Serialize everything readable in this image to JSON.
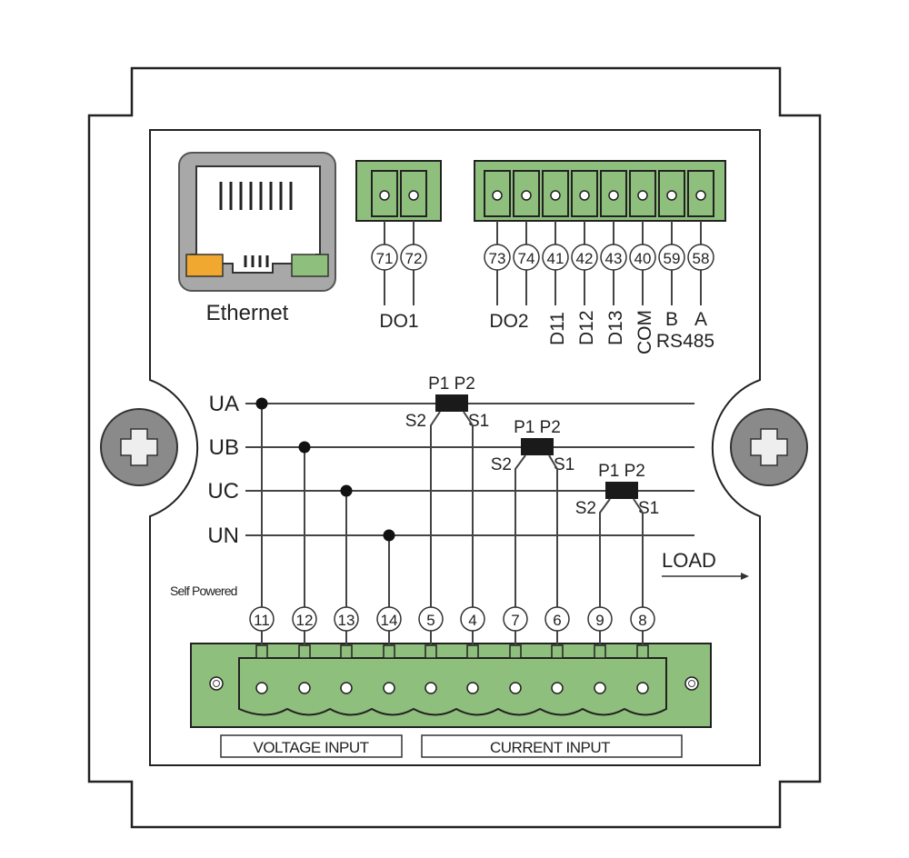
{
  "ethernet": {
    "label": "Ethernet",
    "led_left_color": "#f0a830",
    "led_right_color": "#8fbf7d"
  },
  "do1_block": {
    "terminals": [
      "71",
      "72"
    ],
    "label": "DO1"
  },
  "io_block": {
    "terminals": [
      "73",
      "74",
      "41",
      "42",
      "43",
      "40",
      "59",
      "58"
    ],
    "labels": {
      "do2": "DO2",
      "d11": "D11",
      "d12": "D12",
      "d13": "D13",
      "com": "COM",
      "b": "B",
      "a": "A",
      "rs485": "RS485"
    }
  },
  "phases": [
    "UA",
    "UB",
    "UC",
    "UN"
  ],
  "ct": {
    "p1p2": "P1 P2",
    "s1": "S1",
    "s2": "S2"
  },
  "load_label": "LOAD",
  "self_powered": "Self Powered",
  "bottom_block": {
    "terminals": [
      "11",
      "12",
      "13",
      "14",
      "5",
      "4",
      "7",
      "6",
      "9",
      "8"
    ],
    "voltage_input": "VOLTAGE INPUT",
    "current_input": "CURRENT INPUT"
  },
  "colors": {
    "terminal_green": "#8fbf7d",
    "screw_gray": "#8a8a8a",
    "ct_black": "#1a1a1a"
  }
}
